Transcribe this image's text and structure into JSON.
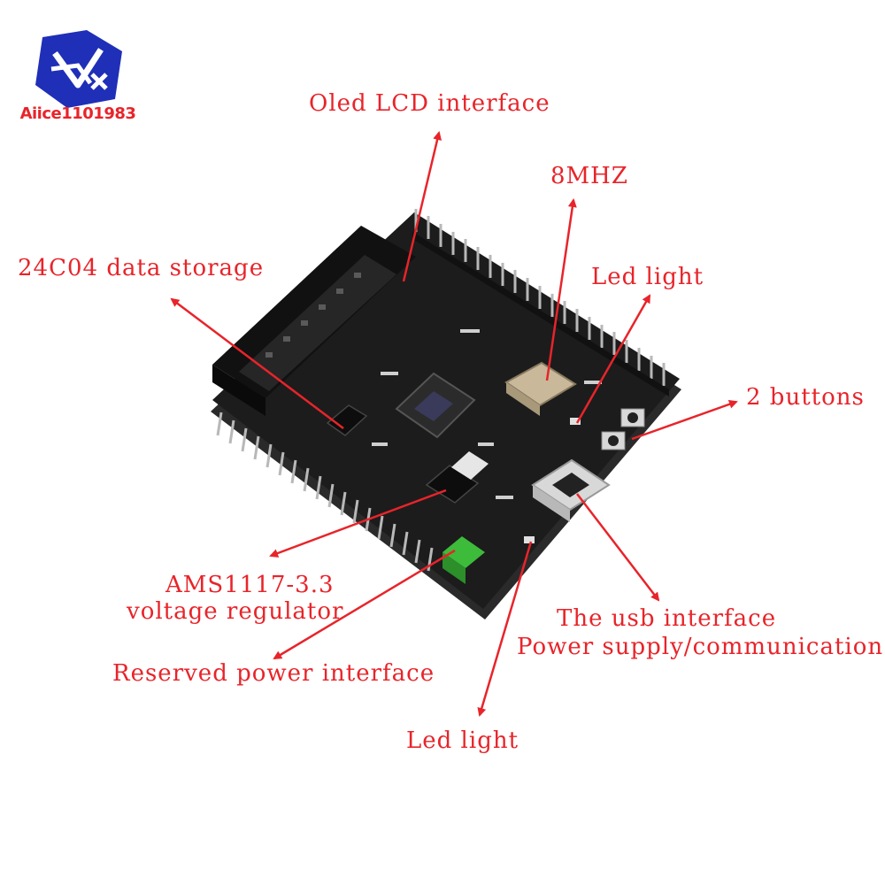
{
  "logo": {
    "brand_text": "Aiice1101983"
  },
  "colors": {
    "annotation": "#e8242a",
    "pcb": "#1c1c1c",
    "header_pin": "#b8b8b8",
    "logo_blue": "#1f2fb8",
    "terminal_green": "#3dbb3a"
  },
  "annotations": {
    "oled": "Oled LCD interface",
    "crystal": "8MHZ",
    "led_top": "Led light",
    "eeprom": "24C04 data storage",
    "buttons": "2 buttons",
    "regulator_line1": "AMS1117-3.3",
    "regulator_line2": "voltage regulator",
    "usb_line1": "The usb interface",
    "usb_line2": "Power supply/communication",
    "power": "Reserved power interface",
    "led_bottom": "Led light"
  }
}
